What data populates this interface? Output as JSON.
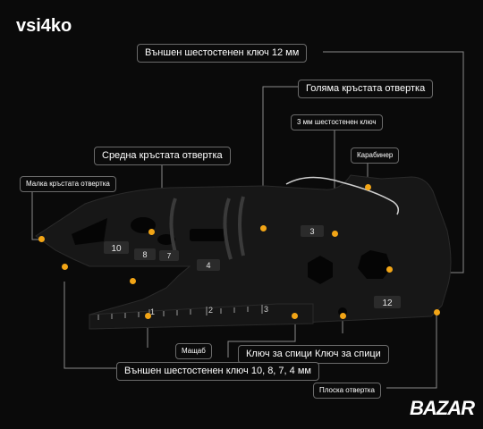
{
  "brand": "vsi4ko",
  "callouts": {
    "hex12": "Външен шестостенен ключ 12 мм",
    "big_phillips": "Голяма кръстата отвертка",
    "hex3": "3 мм шестостенен ключ",
    "carabiner": "Карабинер",
    "mid_phillips": "Средна кръстата отвертка",
    "small_phillips": "Малка кръстата отвертка",
    "scale": "Мащаб",
    "spoke_keys": "Ключ за спици Ключ за спици",
    "hex_multi": "Външен шестостенен ключ 10, 8, 7, 4 мм",
    "flat": "Плоска отвертка"
  },
  "tool_labels": {
    "s10": "10",
    "s8": "8",
    "s7": "7",
    "s4": "4",
    "s3": "3",
    "s12": "12"
  },
  "ruler_labels": [
    "1",
    "2",
    "3"
  ],
  "watermark": "BAZAR",
  "colors": {
    "accent": "#f2a516",
    "background": "#0a0a0a",
    "tool_body": "#161616",
    "line": "#8a8a8a"
  }
}
